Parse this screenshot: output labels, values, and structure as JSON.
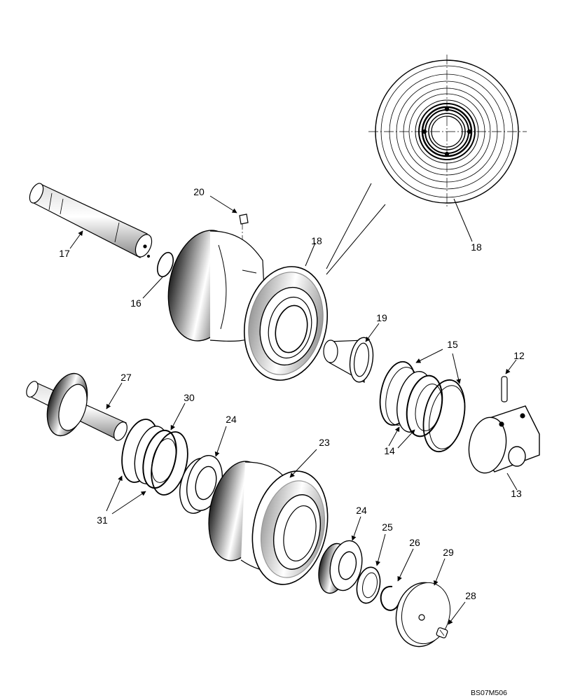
{
  "callouts": {
    "c12": "12",
    "c13": "13",
    "c14": "14",
    "c15": "15",
    "c16": "16",
    "c17": "17",
    "c18a": "18",
    "c18b": "18",
    "c19": "19",
    "c20": "20",
    "c23": "23",
    "c24a": "24",
    "c24b": "24",
    "c25": "25",
    "c26": "26",
    "c27": "27",
    "c28": "28",
    "c29": "29",
    "c30": "30",
    "c31": "31"
  },
  "drawing_ref": "BS07M506",
  "colors": {
    "ink": "#000000",
    "paper": "#ffffff",
    "shade": "#3a3a3a"
  }
}
